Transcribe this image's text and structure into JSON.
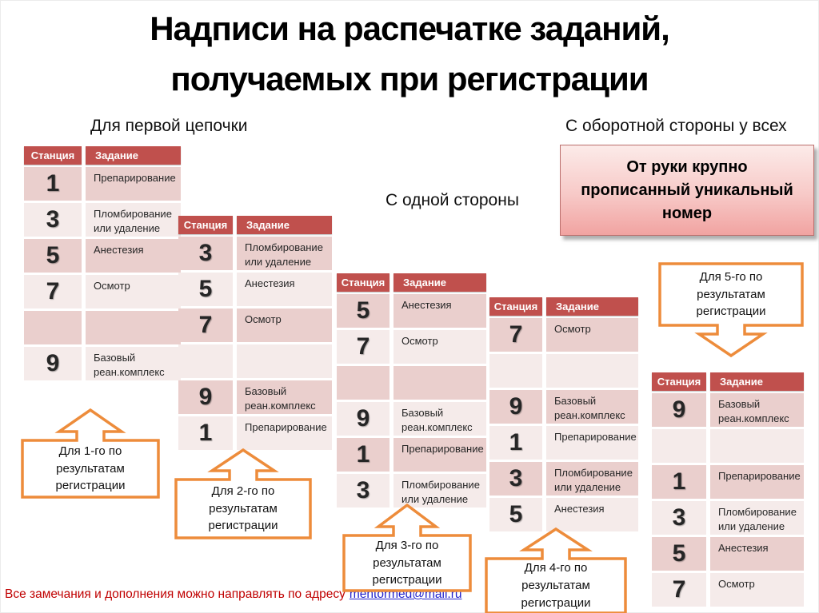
{
  "title": {
    "line1": "Надписи на распечатке заданий,",
    "line2": "получаемых при регистрации"
  },
  "labels": {
    "first_chain": "Для первой цепочки",
    "one_side": "С одной стороны",
    "back_side": "С оборотной стороны у всех"
  },
  "note_box": {
    "text": "От руки крупно прописанный уникальный номер"
  },
  "tables": [
    {
      "headers": [
        "Станция",
        "Задание"
      ],
      "rows": [
        [
          "1",
          "Препарирование"
        ],
        [
          "3",
          "Пломбирование или удаление"
        ],
        [
          "5",
          "Анестезия"
        ],
        [
          "7",
          "Осмотр"
        ],
        [
          "",
          ""
        ],
        [
          "9",
          "Базовый реан.комплекс"
        ]
      ]
    },
    {
      "headers": [
        "Станция",
        "Задание"
      ],
      "rows": [
        [
          "3",
          "Пломбирование или удаление"
        ],
        [
          "5",
          "Анестезия"
        ],
        [
          "7",
          "Осмотр"
        ],
        [
          "",
          ""
        ],
        [
          "9",
          "Базовый реан.комплекс"
        ],
        [
          "1",
          "Препарирование"
        ]
      ]
    },
    {
      "headers": [
        "Станция",
        "Задание"
      ],
      "rows": [
        [
          "5",
          "Анестезия"
        ],
        [
          "7",
          "Осмотр"
        ],
        [
          "",
          ""
        ],
        [
          "9",
          "Базовый реан.комплекс"
        ],
        [
          "1",
          "Препарирование"
        ],
        [
          "3",
          "Пломбирование или удаление"
        ]
      ]
    },
    {
      "headers": [
        "Станция",
        "Задание"
      ],
      "rows": [
        [
          "7",
          "Осмотр"
        ],
        [
          "",
          ""
        ],
        [
          "9",
          "Базовый реан.комплекс"
        ],
        [
          "1",
          "Препарирование"
        ],
        [
          "3",
          "Пломбирование или удаление"
        ],
        [
          "5",
          "Анестезия"
        ]
      ]
    },
    {
      "headers": [
        "Станция",
        "Задание"
      ],
      "rows": [
        [
          "9",
          "Базовый реан.комплекс"
        ],
        [
          "",
          ""
        ],
        [
          "1",
          "Препарирование"
        ],
        [
          "3",
          "Пломбирование или удаление"
        ],
        [
          "5",
          "Анестезия"
        ],
        [
          "7",
          "Осмотр"
        ]
      ]
    }
  ],
  "callouts": [
    {
      "text": "Для 1-го по результатам регистрации",
      "direction": "up"
    },
    {
      "text": "Для 2-го по результатам регистрации",
      "direction": "up"
    },
    {
      "text": "Для 3-го по результатам регистрации",
      "direction": "up"
    },
    {
      "text": "Для 4-го по результатам регистрации",
      "direction": "up"
    },
    {
      "text": "Для 5-го по результатам регистрации",
      "direction": "down"
    }
  ],
  "footer": {
    "text": "Все замечания и дополнения можно направлять по адресу",
    "link": "mentormed@mail.ru"
  },
  "colors": {
    "header_red": "#C0504D",
    "row_dark": "#EACFCD",
    "row_light": "#F5EBEA",
    "orange": "#ED8C3B",
    "footer_red": "#C00000",
    "link_blue": "#2222CC",
    "note_top": "#FCEBE9",
    "note_bottom": "#F1A3A1",
    "note_border": "#BC6F6D",
    "text_dark": "#262626"
  }
}
